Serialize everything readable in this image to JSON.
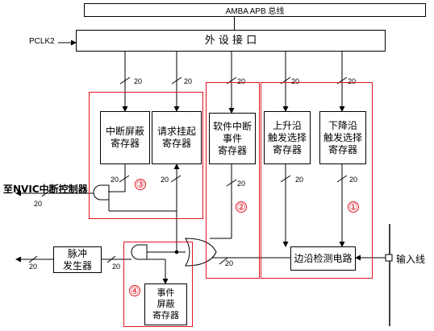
{
  "bus_top": "AMBA APB 总线",
  "peripheral_interface": "外 设 接 口",
  "pclk2": "PCLK2",
  "registers": {
    "interrupt_mask": "中断屏蔽\n寄存器",
    "pending_request": "请求挂起\n寄存器",
    "software_interrupt_event": "软件中断\n事件\n寄存器",
    "rising_edge_select": "上升沿\n触发选择\n寄存器",
    "falling_edge_select": "下降沿\n触发选择\n寄存器",
    "event_mask": "事件\n屏蔽\n寄存器"
  },
  "edge_detect_circuit": "边沿检测电路",
  "pulse_generator": "脉冲\n发生器",
  "input_line": "输入线",
  "to_nvic": "至NVIC中断控制器",
  "bus_width": "20",
  "markers": [
    "①",
    "②",
    "③",
    "④"
  ],
  "colors": {
    "highlight_red": "#e0141e",
    "line": "#000000"
  }
}
